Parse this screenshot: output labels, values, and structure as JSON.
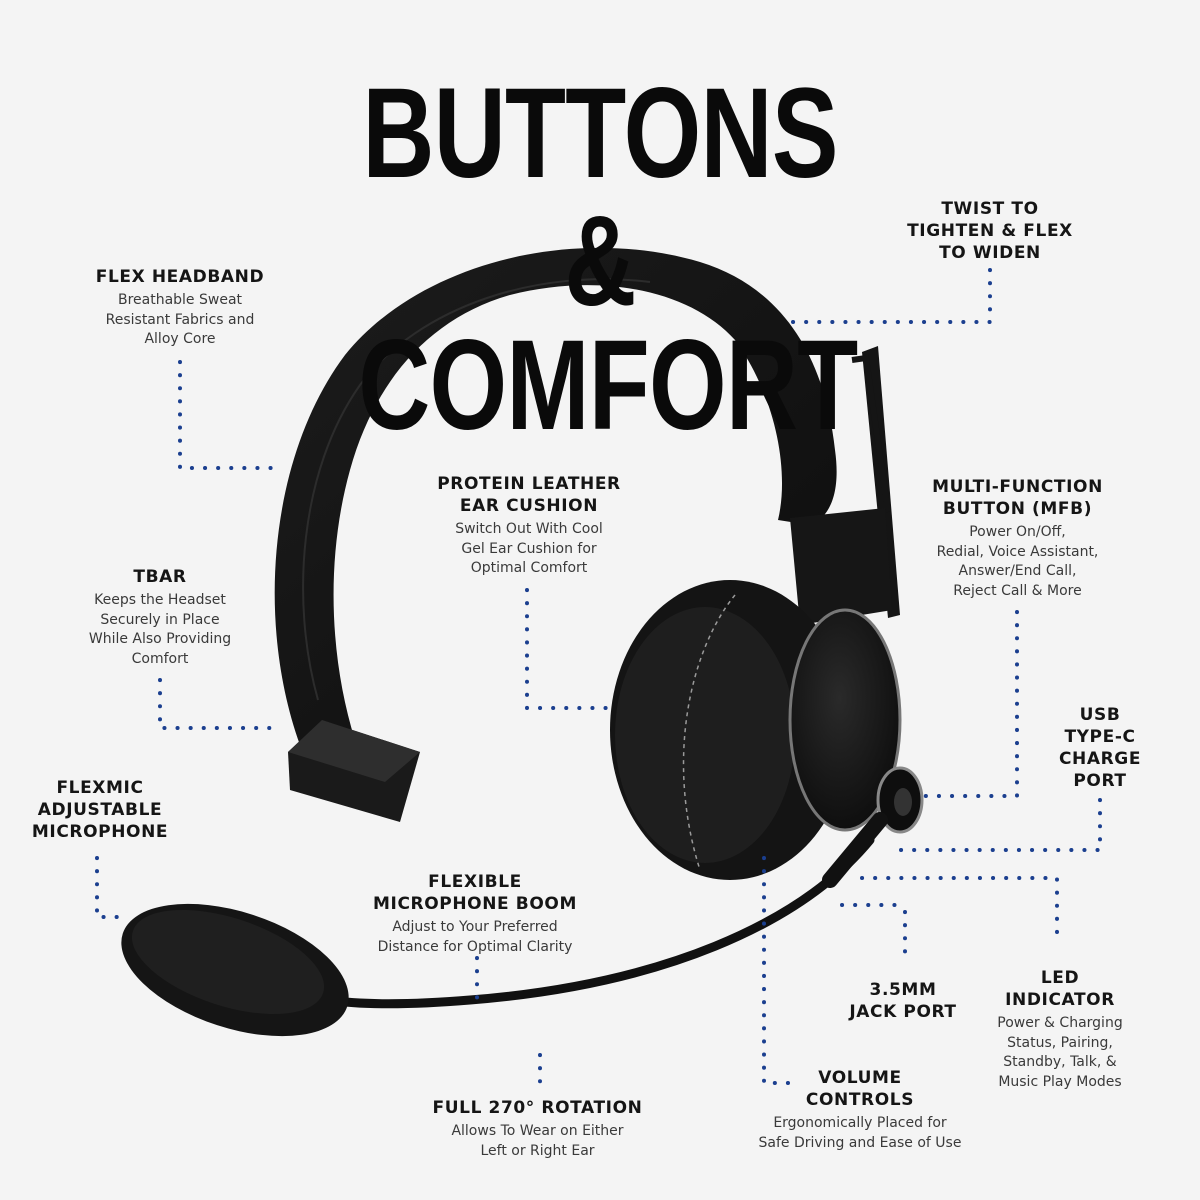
{
  "title": {
    "line1": "BUTTONS &",
    "line2": "COMFORT"
  },
  "colors": {
    "background": "#f4f4f4",
    "leader_dots": "#1b3f8f",
    "headset": "#121212",
    "text": "#151515"
  },
  "callouts": {
    "flex_headband": {
      "title": "FLEX HEADBAND",
      "desc": "Breathable Sweat\nResistant Fabrics and\nAlloy Core"
    },
    "twist": {
      "title": "TWIST TO\nTIGHTEN & FLEX\nTO WIDEN"
    },
    "protein_leather": {
      "title": "PROTEIN LEATHER\nEAR CUSHION",
      "desc": "Switch Out With Cool\nGel Ear Cushion for\nOptimal Comfort"
    },
    "mfb": {
      "title": "MULTI-FUNCTION\nBUTTON (MFB)",
      "desc": "Power On/Off,\nRedial, Voice Assistant,\nAnswer/End Call,\nReject Call & More"
    },
    "tbar": {
      "title": "TBAR",
      "desc": "Keeps the Headset\nSecurely in Place\nWhile Also Providing\nComfort"
    },
    "usb": {
      "title": "USB\nTYPE-C\nCHARGE\nPORT"
    },
    "flexmic": {
      "title": "FLEXMIC\nADJUSTABLE\nMICROPHONE"
    },
    "boom": {
      "title": "FLEXIBLE\nMICROPHONE BOOM",
      "desc": "Adjust to Your Preferred\nDistance for Optimal Clarity"
    },
    "jack": {
      "title": "3.5MM\nJACK PORT"
    },
    "led": {
      "title": "LED\nINDICATOR",
      "desc": "Power & Charging\nStatus, Pairing,\nStandby, Talk, &\nMusic Play Modes"
    },
    "volume": {
      "title": "VOLUME\nCONTROLS",
      "desc": "Ergonomically Placed for\nSafe Driving and Ease of Use"
    },
    "rotation": {
      "title": "FULL 270° ROTATION",
      "desc": "Allows To Wear on Either\nLeft or Right Ear"
    }
  }
}
